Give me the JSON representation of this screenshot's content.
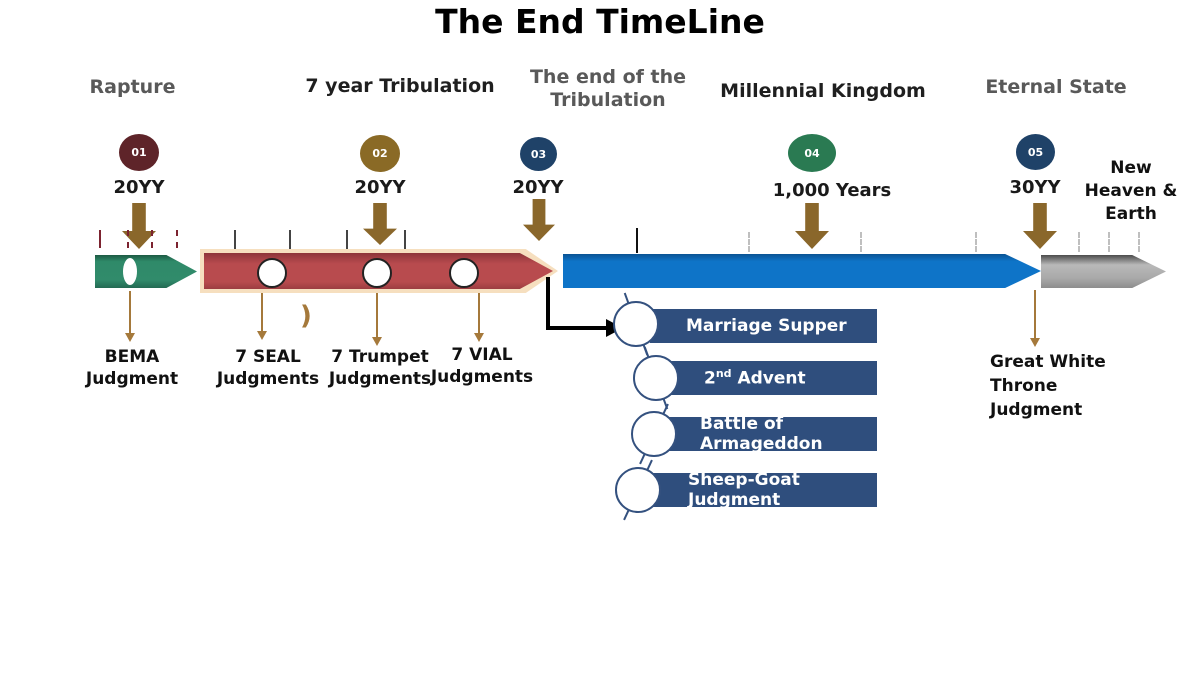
{
  "title": "The End TimeLine",
  "phases": [
    {
      "header": "Rapture",
      "number": "01",
      "year": "20YY"
    },
    {
      "header": "7 year Tribulation",
      "number": "02",
      "year": "20YY"
    },
    {
      "header": "The end of the\nTribulation",
      "number": "03",
      "year": "20YY"
    },
    {
      "header": "Millennial Kingdom",
      "number": "04",
      "year": "1,000 Years"
    },
    {
      "header": "Eternal State",
      "number": "05",
      "year": "30YY"
    }
  ],
  "eternal_note": "New\nHeaven &\nEarth",
  "judgments": {
    "bema": "BEMA\nJudgment",
    "seal": "7 SEAL\nJudgments",
    "trumpet": "7 Trumpet\nJudgments",
    "vial": "7 VIAL\nJudgments",
    "great_white_throne": "Great White\nThrone\nJudgment"
  },
  "stray_mark": ")",
  "events": [
    {
      "label": "Marriage Supper"
    },
    {
      "pre": "2",
      "sup": "nd",
      "post": " Advent"
    },
    {
      "label": "Battle of Armageddon"
    },
    {
      "label": "Sheep-Goat Judgment"
    }
  ],
  "colors": {
    "circle_01": "#5e2429",
    "circle_02": "#8a6a26",
    "circle_03": "#1f4268",
    "circle_04": "#2a7a52",
    "circle_05": "#1f4268",
    "green_arrow": "#2f8a69",
    "red_arrow": "#b84b4e",
    "red_arrow_border": "#f6dfbf",
    "blue_arrow": "#0e74c8",
    "gray_arrow": "#a9a9a9",
    "olive_arrow": "#8a672b",
    "event_bar": "#2f4e7d",
    "header_gray": "#595959"
  }
}
